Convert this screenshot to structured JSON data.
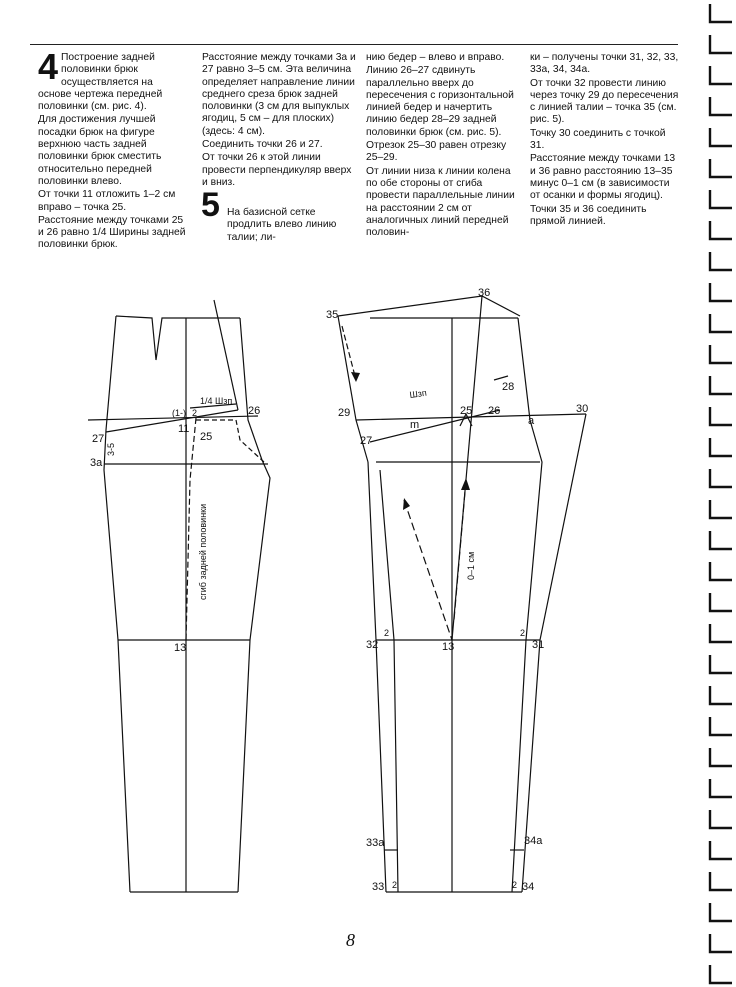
{
  "step4": {
    "number": "4",
    "paragraphs": [
      "Построение задней половинки брюк осуществляется на основе чертежа передней половинки (см. рис. 4).",
      "Для достижения лучшей посадки брюк на фигуре верхнюю часть задней половинки брюк сместить относительно передней половинки влево.",
      "От точки 11 отложить 1–2 см вправо – точка 25.",
      "Расстояние между точками 25 и 26 равно 1/4 Ширины задней половинки брюк."
    ]
  },
  "col2": {
    "paragraphs": [
      "Расстояние между точками 3а и 27 равно 3–5 см. Эта величина определяет направление линии среднего среза брюк задней половинки (3 см для выпуклых ягодиц, 5 см – для плоских) (здесь: 4 см).",
      "Соединить точки 26 и 27.",
      "От точки 26 к этой линии провести перпендикуляр вверх и вниз."
    ]
  },
  "step5": {
    "number": "5",
    "text": "На базисной сетке продлить влево линию талии; ли-"
  },
  "col3": {
    "paragraphs": [
      "нию бедер – влево и вправо.",
      "Линию 26–27 сдвинуть параллельно вверх до пересечения с горизонтальной линией бедер и начертить линию бедер 28–29 задней половинки брюк (см. рис. 5).",
      "Отрезок 25–30 равен отрезку 25–29.",
      "От линии низа к линии колена по обе стороны от сгиба провести параллельные линии на расстоянии 2 см от аналогичных линий передней половин-"
    ]
  },
  "col4": {
    "paragraphs": [
      "ки – получены точки 31, 32, 33, 33а, 34, 34а.",
      "От точки 32 провести линию через точку 29 до пересечения с линией талии – точка 35 (см. рис. 5).",
      "Точку 30 соединить с точкой 31.",
      "Расстояние между точками 13 и 36 равно расстоянию 13–35 минус 0–1 см (в зависимости от осанки и формы ягодиц).",
      "Точки 35 и 36 соединить прямой линией."
    ]
  },
  "figure4": {
    "labels": {
      "p26": "26",
      "p27": "27",
      "p3a": "3а",
      "p11": "11",
      "p25": "25",
      "p13": "13",
      "minus": "(1-)",
      "two": "2",
      "quarter": "1/4 Шзп",
      "range": "3-5",
      "fold": "сгиб задней половинки"
    }
  },
  "figure5": {
    "labels": {
      "p35": "35",
      "p36": "36",
      "p28": "28",
      "p29": "29",
      "p25": "25",
      "p26": "26",
      "p30": "30",
      "p27": "27",
      "p32": "32",
      "p13": "13",
      "p31": "31",
      "p33a": "33а",
      "p34a": "34а",
      "p33": "33",
      "p34": "34",
      "m": "m",
      "a": "a",
      "width": "Шзп",
      "two": "2",
      "shift": "0–1 см"
    }
  },
  "footer": {
    "page_number": "8"
  }
}
